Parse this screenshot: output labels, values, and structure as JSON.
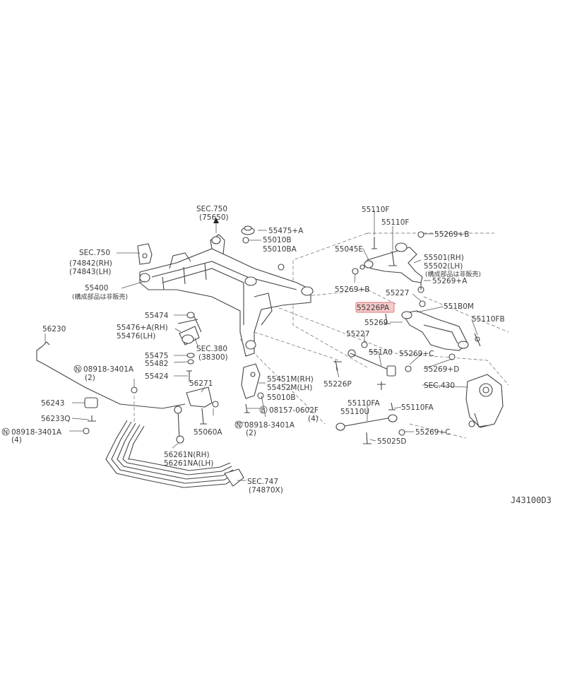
{
  "diagram_code": "J43100D3",
  "labels": {
    "sec750_top": "SEC.750",
    "sec750_top_sub": "(75650)",
    "p55475a": "55475+A",
    "p55010b_top": "55010B",
    "p55010ba": "55010BA",
    "sec750_left": "SEC.750",
    "p74842": "(74842(RH)",
    "p74843": "(74843(LH)",
    "p55400": "55400",
    "note_left": "(構成部品は非販売)",
    "p55474": "55474",
    "p55476a": "55476+A(RH)",
    "p55476": "55476(LH)",
    "sec380": "SEC.380",
    "sec380_sub": "(38300)",
    "p55475": "55475",
    "p55482": "55482",
    "p55424": "55424",
    "p56230": "56230",
    "n08918_a": "08918-3401A",
    "n08918_a_qty": "(2)",
    "p56271": "56271",
    "p56243": "56243",
    "p56233q": "56233Q",
    "n08918_b": "08918-3401A",
    "n08918_b_qty": "(4)",
    "p55060a": "55060A",
    "p56261n": "56261N(RH)",
    "p56261na": "56261NA(LH)",
    "sec747": "SEC.747",
    "sec747_sub": "(74870X)",
    "p55451m": "55451M(RH)",
    "p55452m": "55452M(LH)",
    "p55010b_mid": "55010B",
    "b08157": "08157-0602F",
    "b08157_qty": "(4)",
    "n08918_c": "08918-3401A",
    "n08918_c_qty": "(2)",
    "p55110f_1": "55110F",
    "p55110f_2": "55110F",
    "p55269b_top": "55269+B",
    "p55045e": "55045E",
    "p55501": "55501(RH)",
    "p55502": "55502(LH)",
    "note_right": "(構成部品は非販売)",
    "p55269b_mid": "55269+B",
    "p55227_top": "55227",
    "p55269a": "55269+A",
    "p55226pa": "55226PA",
    "p551b0m": "551B0M",
    "p55269": "55269",
    "p55110fb": "55110FB",
    "p55227_mid": "55227",
    "p551a0": "551A0",
    "p55269c_top": "55269+C",
    "p55269d": "55269+D",
    "p55226p": "55226P",
    "sec430": "SEC.430",
    "p55110fa_1": "55110FA",
    "p55110fa_2": "55110FA",
    "p55110u": "55110U",
    "p55269c_bot": "55269+C",
    "p55025d": "55025D",
    "circle_n": "N",
    "circle_b": "B"
  },
  "colors": {
    "line": "#444444",
    "text": "#3a3a3a",
    "highlight_fill": "#f6c9c9",
    "highlight_stroke": "#dd7777"
  }
}
